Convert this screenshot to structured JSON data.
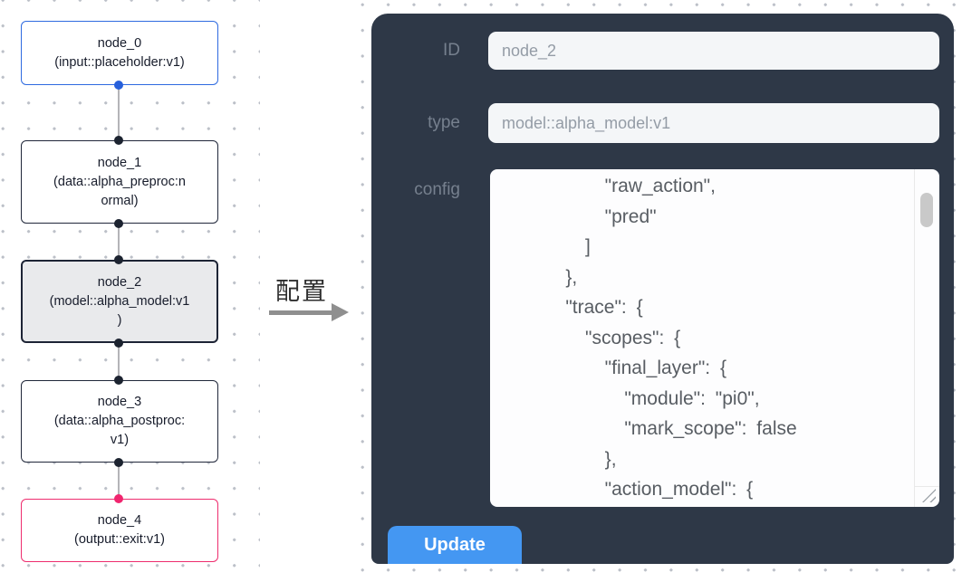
{
  "flow": {
    "nodes": [
      {
        "name": "node_0",
        "type": "(input::placeholder:v1)",
        "role": "input",
        "selected": false
      },
      {
        "name": "node_1",
        "type": "(data::alpha_preproc:n\normal)",
        "role": "data",
        "selected": false
      },
      {
        "name": "node_2",
        "type": "(model::alpha_model:v1\n)",
        "role": "model",
        "selected": true
      },
      {
        "name": "node_3",
        "type": "(data::alpha_postproc:\nv1)",
        "role": "data",
        "selected": false
      },
      {
        "name": "node_4",
        "type": "(output::exit:v1)",
        "role": "output",
        "selected": false
      }
    ]
  },
  "annotation": {
    "label": "配置"
  },
  "panel": {
    "fields": {
      "id": {
        "label": "ID",
        "value": "node_2"
      },
      "type": {
        "label": "type",
        "value": "model::alpha_model:v1"
      },
      "config": {
        "label": "config",
        "value": "        \"raw_action\",\n        \"pred\"\n      ]\n    },\n    \"trace\": {\n      \"scopes\": {\n        \"final_layer\": {\n          \"module\": \"pi0\",\n          \"mark_scope\": false\n        },\n        \"action_model\": {"
      }
    },
    "update_label": "Update"
  },
  "colors": {
    "panel_background": "#2e3847",
    "update_button": "#4497f2",
    "input_node_border": "#2e6ae0",
    "output_node_border": "#ee2d6e",
    "default_node_border": "#20273a",
    "selected_node_fill": "#e9eaec",
    "input_port": "#2760db",
    "output_port": "#f0256e",
    "default_port": "#1c2330"
  }
}
